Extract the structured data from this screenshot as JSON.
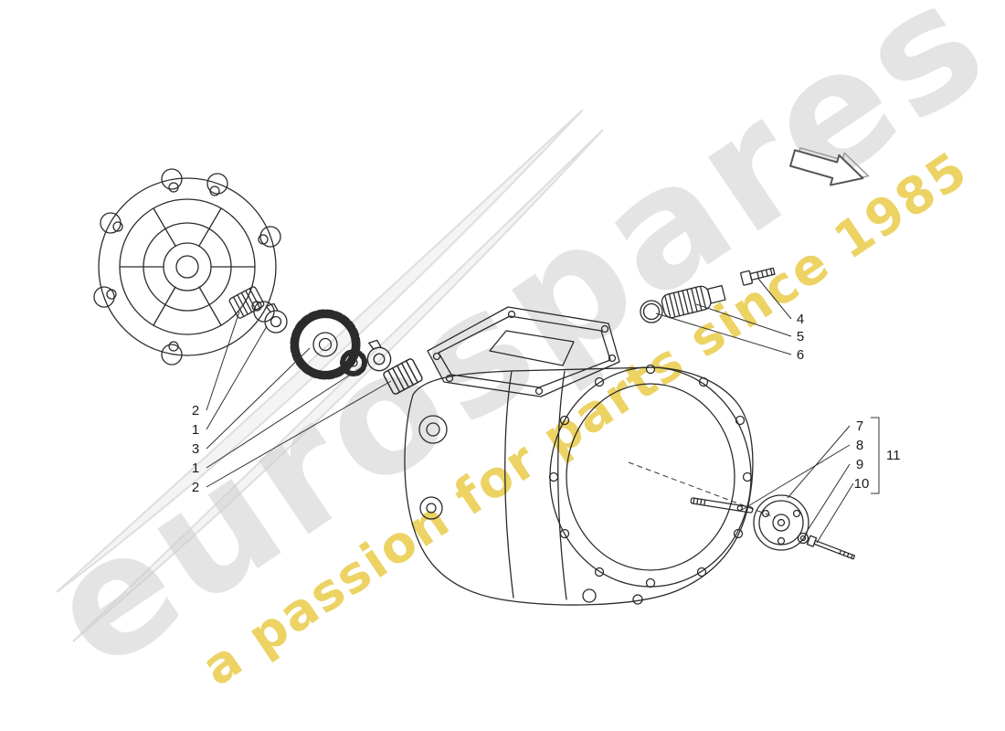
{
  "watermark": {
    "brand": "eurospares",
    "tagline": "a passion for parts since 1985",
    "brand_color": "#cfcfcf",
    "tagline_color": "#e8c93e"
  },
  "callouts": {
    "left": [
      "2",
      "1",
      "3",
      "1",
      "2"
    ],
    "strainer": [
      "4",
      "5",
      "6"
    ],
    "pump": [
      "7",
      "8",
      "9",
      "10"
    ],
    "group_label": "11"
  },
  "icons": {
    "direction_arrow": "right-direction-arrow"
  },
  "colors": {
    "line_art": "#2b2b2b",
    "background": "#ffffff"
  }
}
